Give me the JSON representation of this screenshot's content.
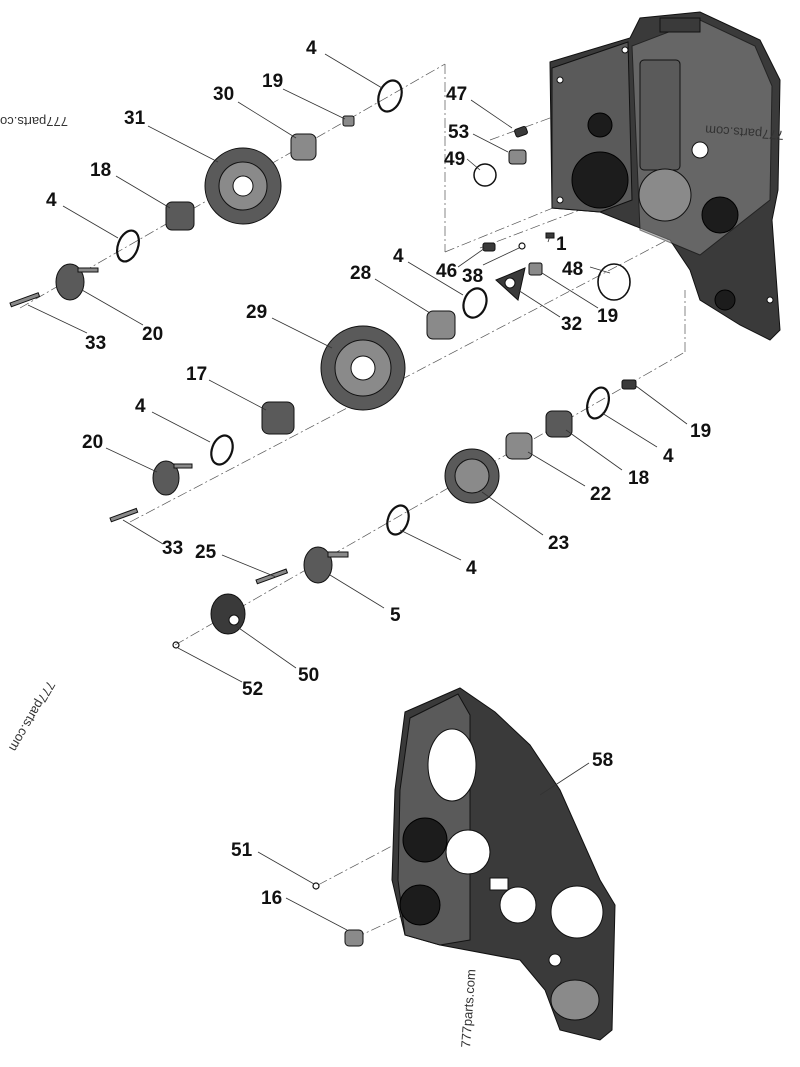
{
  "diagram": {
    "watermark": "777parts.com",
    "callouts": {
      "c4a": "4",
      "c19a": "19",
      "c30": "30",
      "c31": "31",
      "c18a": "18",
      "c4b": "4",
      "c20a": "20",
      "c33a": "33",
      "c47": "47",
      "c53": "53",
      "c49": "49",
      "c4c": "4",
      "c28": "28",
      "c29": "29",
      "c46": "46",
      "c38": "38",
      "c1": "1",
      "c48": "48",
      "c32": "32",
      "c19b": "19",
      "c17": "17",
      "c4d": "4",
      "c20b": "20",
      "c33b": "33",
      "c19c": "19",
      "c4e": "4",
      "c18b": "18",
      "c22": "22",
      "c23": "23",
      "c4f": "4",
      "c25": "25",
      "c5": "5",
      "c50": "50",
      "c52": "52",
      "c58": "58",
      "c51": "51",
      "c16": "16"
    }
  }
}
